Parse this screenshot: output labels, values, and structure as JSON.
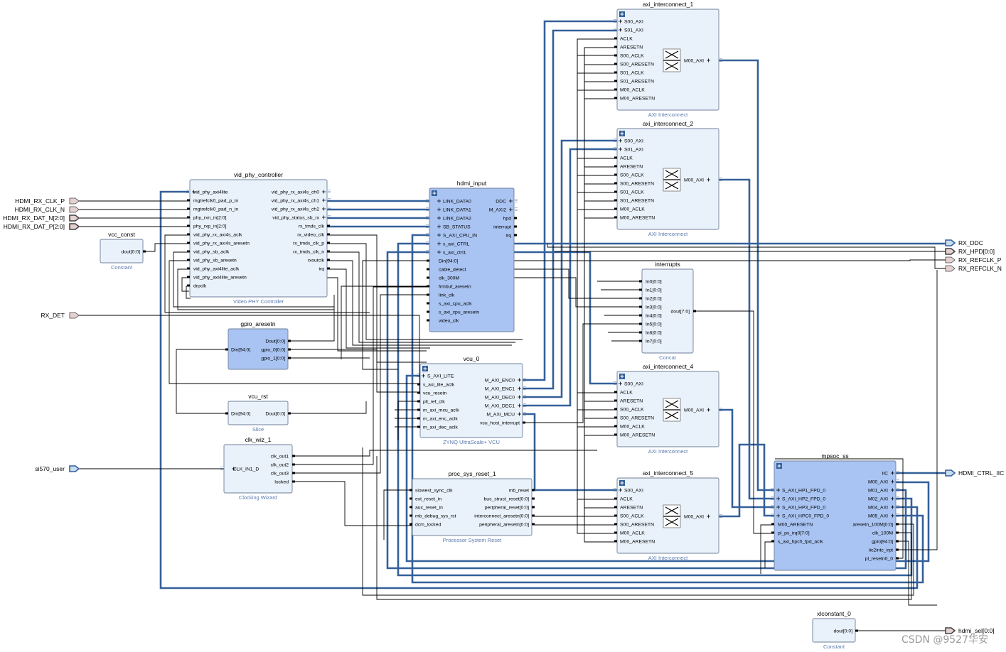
{
  "colors": {
    "block_fill": "#e9f1fa",
    "block_fill_sel": "#a9c4f2",
    "block_stroke": "#6f7f99",
    "bus": "#34609a",
    "net": "#000000",
    "subtitle": "#5a7ab0"
  },
  "ext_ports": {
    "inputs": [
      "HDMI_RX_CLK_P",
      "HDMI_RX_CLK_N",
      "HDMI_RX_DAT_N[2:0]",
      "HDMI_RX_DAT_P[2:0]",
      "RX_DET",
      "si570_user"
    ],
    "outputs": [
      "RX_DDC",
      "RX_HPD[0:0]",
      "RX_REFCLK_P",
      "RX_REFCLK_N",
      "HDMI_CTRL_IIC",
      "hdmi_sel[0:0]"
    ]
  },
  "blocks": {
    "vid_phy": {
      "name": "vid_phy_controller",
      "type": "Video PHY Controller",
      "left": [
        "vid_phy_axi4lite",
        "mgtrefclk0_pad_p_in",
        "mgtrefclk0_pad_n_in",
        "phy_rxn_in[2:0]",
        "phy_rxp_in[2:0]",
        "vid_phy_rx_axi4s_aclk",
        "vid_phy_rx_axi4s_aresetn",
        "vid_phy_sb_aclk",
        "vid_phy_sb_aresetn",
        "vid_phy_axi4lite_aclk",
        "vid_phy_axi4lite_aresetn",
        "drpclk"
      ],
      "right": [
        "vid_phy_rx_axi4s_ch0",
        "vid_phy_rx_axi4s_ch1",
        "vid_phy_rx_axi4s_ch2",
        "vid_phy_status_sb_rx",
        "rx_tmds_clk",
        "rx_video_clk",
        "rx_tmds_clk_p",
        "rx_tmds_clk_n",
        "rxoutclk",
        "irq"
      ]
    },
    "vcc_const": {
      "name": "vcc_const",
      "type": "Constant",
      "right": [
        "dout[0:0]"
      ]
    },
    "gpio_aresetn": {
      "name": "gpio_aresetn",
      "left": [
        "Din[94:0]"
      ],
      "right": [
        "Dout[0:0]",
        "gpio_0[0:0]",
        "gpio_1[0:0]"
      ]
    },
    "vcu_rst": {
      "name": "vcu_rst",
      "type": "Slice",
      "left": [
        "Din[94:0]"
      ],
      "right": [
        "Dout[0:0]"
      ]
    },
    "clk_wiz": {
      "name": "clk_wiz_1",
      "type": "Clocking Wizard",
      "left": [
        "CLK_IN1_D"
      ],
      "right": [
        "clk_out1",
        "clk_out2",
        "clk_out3",
        "locked"
      ]
    },
    "hdmi_input": {
      "name": "hdmi_input",
      "left": [
        "LINK_DATA0",
        "LINK_DATA1",
        "LINK_DATA2",
        "SB_STATUS",
        "S_AXI_CPU_IN",
        "s_axi_CTRL",
        "s_axi_ctrl1",
        "Din[94:0]",
        "cable_detect",
        "clk_300M",
        "frmbuf_aresetn",
        "link_clk",
        "s_axi_cpu_aclk",
        "s_axi_cpu_aresetn",
        "video_clk"
      ],
      "right": [
        "DDC",
        "M_AXI2",
        "hpd",
        "interrupt",
        "irq"
      ]
    },
    "vcu": {
      "name": "vcu_0",
      "type": "ZYNQ UltraScale+ VCU",
      "left": [
        "S_AXI_LITE",
        "s_axi_lite_aclk",
        "vcu_resetn",
        "pll_ref_clk",
        "m_axi_mcu_aclk",
        "m_axi_enc_aclk",
        "m_axi_dec_aclk"
      ],
      "right": [
        "M_AXI_ENC0",
        "M_AXI_ENC1",
        "M_AXI_DEC0",
        "M_AXI_DEC1",
        "M_AXI_MCU",
        "vcu_host_interrupt"
      ]
    },
    "psr": {
      "name": "proc_sys_reset_1",
      "type": "Processor System Reset",
      "left": [
        "slowest_sync_clk",
        "ext_reset_in",
        "aux_reset_in",
        "mb_debug_sys_rst",
        "dcm_locked"
      ],
      "right": [
        "mb_reset",
        "bus_struct_reset[0:0]",
        "peripheral_reset[0:0]",
        "interconnect_aresetn[0:0]",
        "peripheral_aresetn[0:0]"
      ]
    },
    "ic1": {
      "name": "axi_interconnect_1",
      "type": "AXI Interconnect",
      "left": [
        "S00_AXI",
        "S01_AXI",
        "ACLK",
        "ARESETN",
        "S00_ACLK",
        "S00_ARESETN",
        "S01_ACLK",
        "S01_ARESETN",
        "M00_ACLK",
        "M00_ARESETN"
      ],
      "right": [
        "M00_AXI"
      ]
    },
    "ic2": {
      "name": "axi_interconnect_2",
      "type": "AXI Interconnect",
      "left": [
        "S00_AXI",
        "S01_AXI",
        "ACLK",
        "ARESETN",
        "S00_ACLK",
        "S00_ARESETN",
        "S01_ACLK",
        "S01_ARESETN",
        "M00_ACLK",
        "M00_ARESETN"
      ],
      "right": [
        "M00_AXI"
      ]
    },
    "interrupts": {
      "name": "interrupts",
      "type": "Concat",
      "left": [
        "In0[0:0]",
        "In1[0:0]",
        "In2[0:0]",
        "In3[0:0]",
        "In4[0:0]",
        "In5[0:0]",
        "In6[0:0]",
        "In7[0:0]"
      ],
      "right": [
        "dout[7:0]"
      ]
    },
    "ic4": {
      "name": "axi_interconnect_4",
      "type": "AXI Interconnect",
      "left": [
        "S00_AXI",
        "ACLK",
        "ARESETN",
        "S00_ACLK",
        "S00_ARESETN",
        "M00_ACLK",
        "M00_ARESETN"
      ],
      "right": [
        "M00_AXI"
      ]
    },
    "ic5": {
      "name": "axi_interconnect_5",
      "type": "AXI Interconnect",
      "left": [
        "S00_AXI",
        "ACLK",
        "ARESETN",
        "S00_ACLK",
        "S00_ARESETN",
        "M00_ACLK",
        "M00_ARESETN"
      ],
      "right": [
        "M00_AXI"
      ]
    },
    "mpsoc": {
      "name": "mpsoc_ss",
      "left": [
        "S_AXI_HP1_FPD_0",
        "S_AXI_HP2_FPD_0",
        "S_AXI_HP3_FPD_0",
        "S_AXI_HPC0_FPD_0",
        "M00_ARESETN",
        "pl_ps_irq0[7:0]",
        "s_axi_hpc0_fpd_aclk"
      ],
      "right": [
        "IIC",
        "M00_AXI",
        "M01_AXI",
        "M02_AXI",
        "M04_AXI",
        "M05_AXI",
        "aresetn_100M[0:0]",
        "clk_100M",
        "gpio[94:0]",
        "iic2intc_irpt",
        "pl_resetn0_0"
      ]
    },
    "xlconst": {
      "name": "xlconstant_0",
      "type": "Constant",
      "right": [
        "dout[0:0]"
      ]
    }
  },
  "watermark": "CSDN @9527华安"
}
